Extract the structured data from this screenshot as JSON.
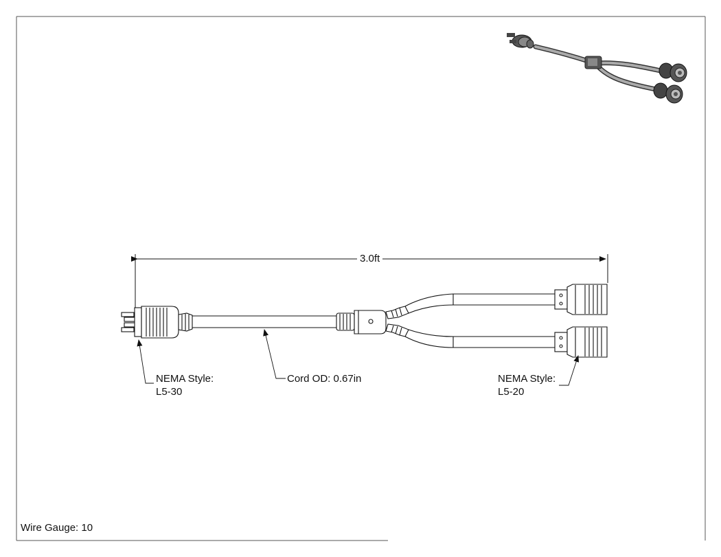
{
  "drawing": {
    "dimension": "3.0ft",
    "plug_label_line1": "NEMA Style:",
    "plug_label_line2": "L5-30",
    "cord_label": "Cord OD: 0.67in",
    "receptacle_label_line1": "NEMA Style:",
    "receptacle_label_line2": "L5-20",
    "wire_gauge": "Wire Gauge: 10"
  }
}
